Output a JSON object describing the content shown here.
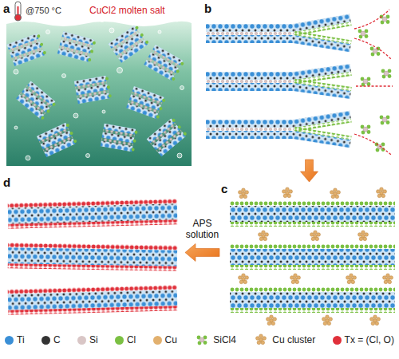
{
  "diagram": {
    "nodes": [
      {
        "text": [
          "a",
          "@750 °C",
          "CuCl2 molten salt"
        ]
      },
      {
        "text": [
          "b"
        ]
      },
      {
        "text": [
          "c"
        ]
      },
      {
        "text": [
          "d"
        ]
      }
    ],
    "edges": [
      {
        "from": 1,
        "to": 2,
        "arrow": "to"
      },
      {
        "from": 2,
        "to": 3,
        "arrow": "to",
        "label": "APS solution"
      }
    ],
    "legend": [
      {
        "text": "Ti",
        "color": "#3a8fd6"
      },
      {
        "text": "C",
        "color": "#333333"
      },
      {
        "text": "Si",
        "color": "#d9c6c6"
      },
      {
        "text": "Cl",
        "color": "#7bc043"
      },
      {
        "text": "Cu",
        "color": "#e2b06e"
      },
      {
        "text": "SiCl4"
      },
      {
        "text": "Cu cluster"
      },
      {
        "text": "Tx = (Cl, O)",
        "color": "#e0303a"
      }
    ]
  }
}
